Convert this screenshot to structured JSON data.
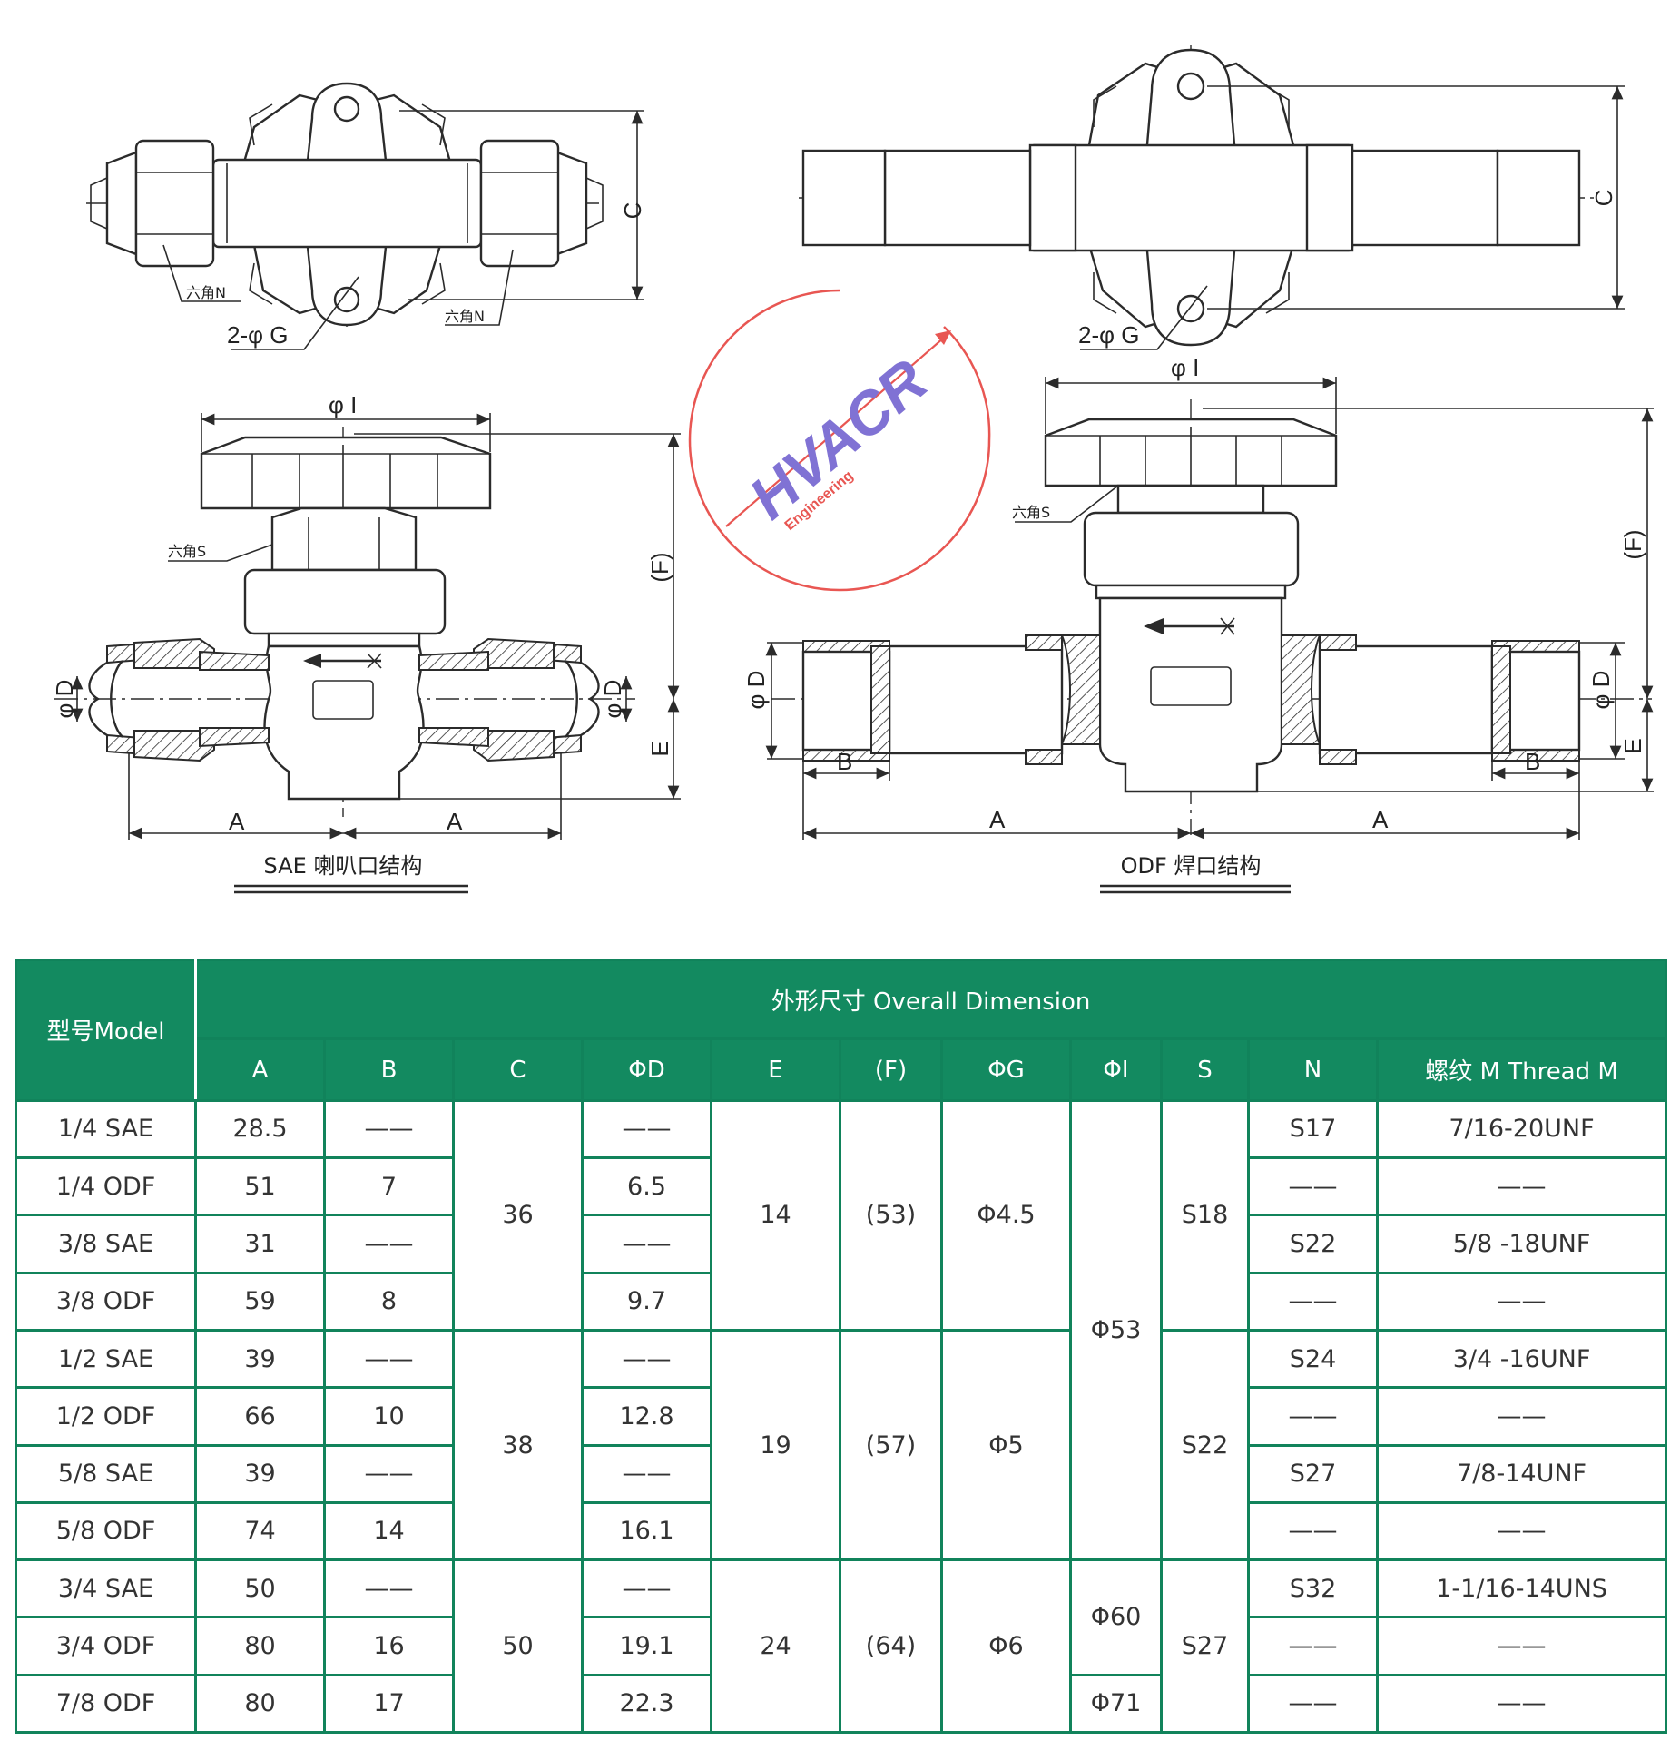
{
  "labels": {
    "hex_n": "六角N",
    "hex_s": "六角S",
    "holes": "2-φ G",
    "phi_i": "φ I",
    "c": "C",
    "f": "(F)",
    "phi_d": "φ D",
    "e": "E",
    "a": "A",
    "b": "B"
  },
  "captions": {
    "sae": "SAE 喇叭口结构",
    "odf": "ODF 焊口结构"
  },
  "watermark": {
    "brand": "HVACR",
    "sub": "Engineering",
    "color_ring": "#e53935",
    "color_text": "#6a5acd"
  },
  "table": {
    "model_header": "型号Model",
    "group_header": "外形尺寸 Overall Dimension",
    "columns": [
      "A",
      "B",
      "C",
      "ΦD",
      "E",
      "(F)",
      "ΦG",
      "ΦI",
      "S",
      "N",
      "螺纹 M Thread M"
    ],
    "rows": [
      {
        "model": "1/4 SAE",
        "A": "28.5",
        "B": "——",
        "D": "——",
        "N": "S17",
        "thread": "7/16-20UNF"
      },
      {
        "model": "1/4 ODF",
        "A": "51",
        "B": "7",
        "D": "6.5",
        "N": "——",
        "thread": "——"
      },
      {
        "model": "3/8 SAE",
        "A": "31",
        "B": "——",
        "D": "——",
        "N": "S22",
        "thread": "5/8 -18UNF"
      },
      {
        "model": "3/8 ODF",
        "A": "59",
        "B": "8",
        "D": "9.7",
        "N": "——",
        "thread": "——"
      },
      {
        "model": "1/2 SAE",
        "A": "39",
        "B": "——",
        "D": "——",
        "N": "S24",
        "thread": "3/4 -16UNF"
      },
      {
        "model": "1/2 ODF",
        "A": "66",
        "B": "10",
        "D": "12.8",
        "N": "——",
        "thread": "——"
      },
      {
        "model": "5/8 SAE",
        "A": "39",
        "B": "——",
        "D": "——",
        "N": "S27",
        "thread": "7/8-14UNF"
      },
      {
        "model": "5/8 ODF",
        "A": "74",
        "B": "14",
        "D": "16.1",
        "N": "——",
        "thread": "——"
      },
      {
        "model": "3/4 SAE",
        "A": "50",
        "B": "——",
        "D": "——",
        "N": "S32",
        "thread": "1-1/16-14UNS"
      },
      {
        "model": "3/4 ODF",
        "A": "80",
        "B": "16",
        "D": "19.1",
        "N": "——",
        "thread": "——"
      },
      {
        "model": "7/8 ODF",
        "A": "80",
        "B": "17",
        "D": "22.3",
        "N": "——",
        "thread": "——"
      }
    ],
    "groups": {
      "C": [
        "36",
        "38",
        "50"
      ],
      "E": [
        "14",
        "19",
        "24"
      ],
      "F": [
        "(53)",
        "(57)",
        "(64)"
      ],
      "G": [
        "Φ4.5",
        "Φ5",
        "Φ6"
      ],
      "I": [
        "Φ53",
        "Φ60",
        "Φ71"
      ],
      "S": [
        "S18",
        "S22",
        "S27"
      ]
    },
    "colors": {
      "header_bg": "#138a60",
      "border": "#11835b"
    }
  }
}
